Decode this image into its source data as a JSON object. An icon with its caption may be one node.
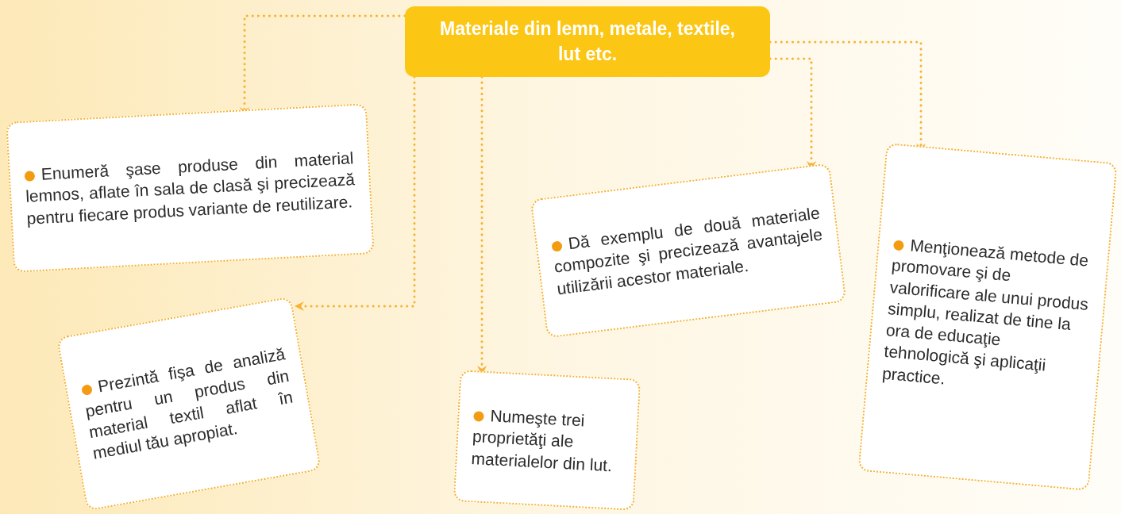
{
  "diagram": {
    "nodes": [
      {
        "text": [
          "Materiale din lemn, metale, textile, lut etc."
        ]
      },
      {
        "text": [
          "Enumeră şase produse din material lemnos, aflate în sala de clasă şi precizează pentru fiecare produs variante de reutilizare."
        ]
      },
      {
        "text": [
          "Prezintă fişa de analiză pentru un produs din material textil aflat în mediul tău apropiat."
        ]
      },
      {
        "text": [
          "Numeşte trei proprietăţi ale materialelor din lut."
        ]
      },
      {
        "text": [
          "Dă exemplu de două materiale compozite şi precizează avantajele utilizării acestor materiale."
        ]
      },
      {
        "text": [
          "Menţionează metode de promovare şi de valorificare ale unui produs simplu, realizat de tine la ora de educaţie tehnologică şi aplicaţii practice."
        ]
      }
    ],
    "edges": [
      {
        "from": 0,
        "to": 1,
        "arrow": "to",
        "style": "dashed"
      },
      {
        "from": 0,
        "to": 2,
        "arrow": "to",
        "style": "dashed"
      },
      {
        "from": 0,
        "to": 3,
        "arrow": "to",
        "style": "dashed"
      },
      {
        "from": 0,
        "to": 4,
        "arrow": "to",
        "style": "dashed"
      },
      {
        "from": 0,
        "to": 5,
        "arrow": "to",
        "style": "dashed"
      }
    ]
  }
}
